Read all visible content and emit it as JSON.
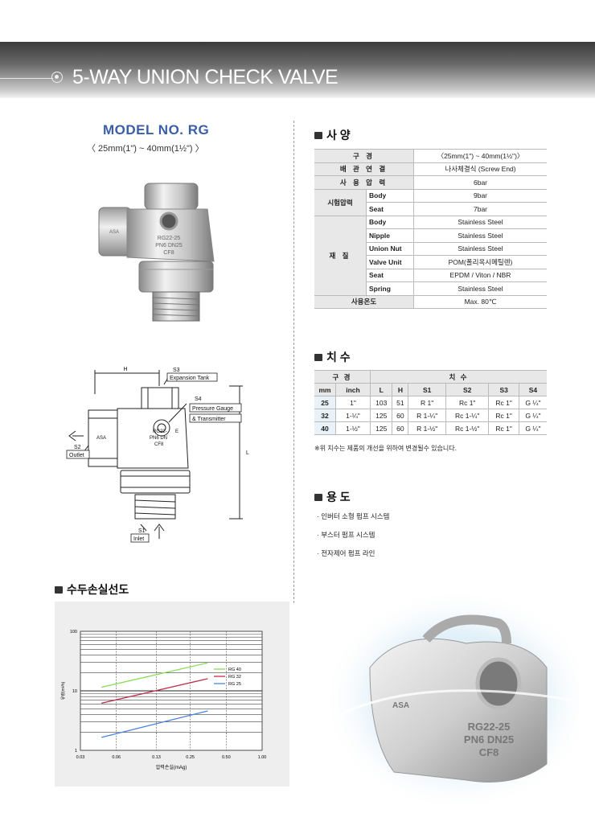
{
  "header": {
    "title": "5-WAY UNION CHECK VALVE"
  },
  "model": {
    "label": "MODEL NO.  RG",
    "size_range": "〈 25mm(1\") ~ 40mm(1½\") 〉"
  },
  "specs": {
    "heading": "사 양",
    "rows": [
      {
        "label": "구 경",
        "value": "〈25mm(1\") ~ 40mm(1½\")〉"
      },
      {
        "label": "배 관 연 결",
        "value": "나사체결식 (Screw End)"
      },
      {
        "label": "사 용 압 력",
        "value": "6bar"
      },
      {
        "label": "시험압력",
        "items": [
          {
            "sub": "Body",
            "value": "9bar"
          },
          {
            "sub": "Seat",
            "value": "7bar"
          }
        ]
      },
      {
        "label": "재 질",
        "items": [
          {
            "sub": "Body",
            "value": "Stainless Steel"
          },
          {
            "sub": "Nipple",
            "value": "Stainless Steel"
          },
          {
            "sub": "Union Nut",
            "value": "Stainless Steel"
          },
          {
            "sub": "Valve Unit",
            "value": "POM(폴리옥시메틸렌)"
          },
          {
            "sub": "Seat",
            "value": "EPDM / Viton / NBR"
          },
          {
            "sub": "Spring",
            "value": "Stainless Steel"
          }
        ]
      },
      {
        "label": "사용온도",
        "value": "Max. 80℃"
      }
    ]
  },
  "dimensions": {
    "heading": "치 수",
    "head1": {
      "bore": "구 경",
      "dims": "치 수"
    },
    "columns": [
      "mm",
      "inch",
      "L",
      "H",
      "S1",
      "S2",
      "S3",
      "S4"
    ],
    "rows": [
      [
        "25",
        "1\"",
        "103",
        "51",
        "R 1\"",
        "Rc 1\"",
        "Rc 1\"",
        "G ¼\""
      ],
      [
        "32",
        "1-¼\"",
        "125",
        "60",
        "R 1-¼\"",
        "Rc 1-¼\"",
        "Rc 1\"",
        "G ¼\""
      ],
      [
        "40",
        "1-½\"",
        "125",
        "60",
        "R 1-½\"",
        "Rc 1-½\"",
        "Rc 1\"",
        "G ¼\""
      ]
    ],
    "note": "※위 치수는 제품의 개선을 위하여 변경될수 있습니다."
  },
  "usage": {
    "heading": "용 도",
    "items": [
      "· 인버터 소형 펌프 시스템",
      "· 부스터 펌프 시스템",
      "· 전자제어 펌프 라인"
    ]
  },
  "drawing": {
    "H": "H",
    "L": "L",
    "S1": "S1",
    "S2": "S2",
    "S3": "S3",
    "S4": "S4",
    "inlet": "Inlet",
    "outlet": "Outlet",
    "expansion_tank": "Expansion Tank",
    "pressure_gauge": "Pressure Gauge",
    "transmitter": "& Transmitter",
    "marking1": "RG22-",
    "marking1b": "E",
    "marking2": "PN6 DN",
    "marking3": "CF8",
    "side_mark": "ASA"
  },
  "loss_chart": {
    "heading": "수두손실선도"
  },
  "photo_marking": {
    "line1": "RG22-25",
    "line2": "PN6 DN25",
    "line3": "CF8",
    "side": "ASA"
  },
  "chart_data": {
    "type": "line",
    "title": "",
    "xlabel": "압력손실(mAg)",
    "ylabel": "유량(m³/h)",
    "x_scale": "log",
    "y_scale": "log",
    "xlim": [
      0.03,
      1.0
    ],
    "ylim": [
      1,
      100
    ],
    "x_ticks": [
      "0.03",
      "0.06",
      "0.13",
      "0.25",
      "0.50",
      "1.00"
    ],
    "y_ticks": [
      "1",
      "10",
      "100"
    ],
    "grid": true,
    "legend": "right",
    "series": [
      {
        "name": "RG 40",
        "color": "#88dd55",
        "x": [
          0.045,
          0.35
        ],
        "y": [
          11.5,
          29.5
        ]
      },
      {
        "name": "RG 32",
        "color": "#c0304a",
        "x": [
          0.045,
          0.35
        ],
        "y": [
          6.2,
          16
        ]
      },
      {
        "name": "RG 25",
        "color": "#4a88dd",
        "x": [
          0.045,
          0.35
        ],
        "y": [
          1.65,
          4.6
        ]
      }
    ]
  }
}
